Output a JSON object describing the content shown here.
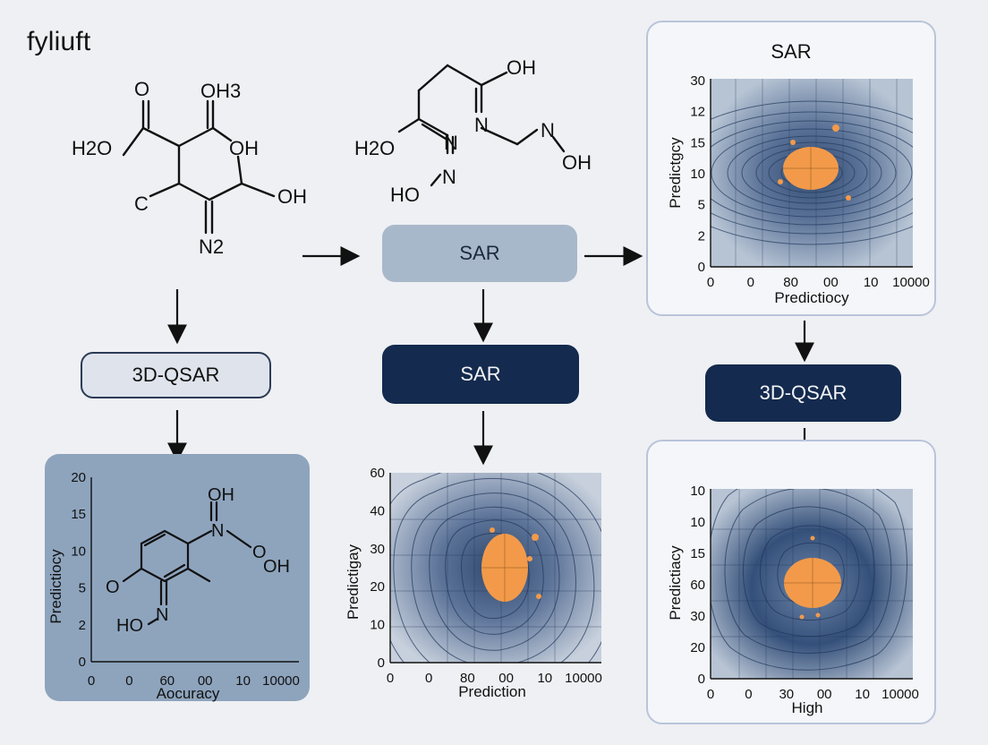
{
  "title": "fyliuft",
  "nodes": {
    "sar_mid": "SAR",
    "sar_dark": "SAR",
    "qsar_left": "3D-QSAR",
    "qsar_right": "3D-QSAR"
  },
  "molecule1": {
    "labels": [
      "O",
      "OH3",
      "H2O",
      "OH",
      "C",
      "OH",
      "N2"
    ]
  },
  "molecule2": {
    "labels": [
      "OH",
      "H2O",
      "N",
      "N",
      "N",
      "OH",
      "N",
      "HO"
    ]
  },
  "molecule3": {
    "labels": [
      "OH",
      "N",
      "O",
      "OH",
      "O",
      "N",
      "HO"
    ]
  },
  "colors": {
    "background": "#eef0f3",
    "dark_navy": "#142a4e",
    "light_steel": "#a8b8cb",
    "contour_blue": "#5b7396",
    "hotspot_orange": "#f29a4a"
  },
  "chart_data": [
    {
      "type": "heatmap",
      "panel": "top-right",
      "title": "SAR",
      "xlabel": "Predictiocy",
      "ylabel": "Predictgcy",
      "x_ticks": [
        "0",
        "0",
        "80",
        "00",
        "10",
        "10000"
      ],
      "y_ticks": [
        "0",
        "2",
        "5",
        "10",
        "15",
        "12",
        "30"
      ]
    },
    {
      "type": "heatmap",
      "panel": "bottom-left",
      "title": "",
      "xlabel": "Aocuracy",
      "ylabel": "Predictiocy",
      "x_ticks": [
        "0",
        "0",
        "60",
        "00",
        "10",
        "10000"
      ],
      "y_ticks": [
        "0",
        "2",
        "5",
        "10",
        "15",
        "20"
      ]
    },
    {
      "type": "heatmap",
      "panel": "bottom-middle",
      "title": "",
      "xlabel": "Prediction",
      "ylabel": "Predictigay",
      "x_ticks": [
        "0",
        "0",
        "80",
        "00",
        "10",
        "10000"
      ],
      "y_ticks": [
        "0",
        "10",
        "20",
        "30",
        "40",
        "60"
      ]
    },
    {
      "type": "heatmap",
      "panel": "bottom-right",
      "title": "",
      "xlabel": "High",
      "ylabel": "Predictiacy",
      "x_ticks": [
        "0",
        "0",
        "30",
        "00",
        "10",
        "10000"
      ],
      "y_ticks": [
        "0",
        "20",
        "30",
        "60",
        "15",
        "10",
        "10"
      ]
    }
  ]
}
